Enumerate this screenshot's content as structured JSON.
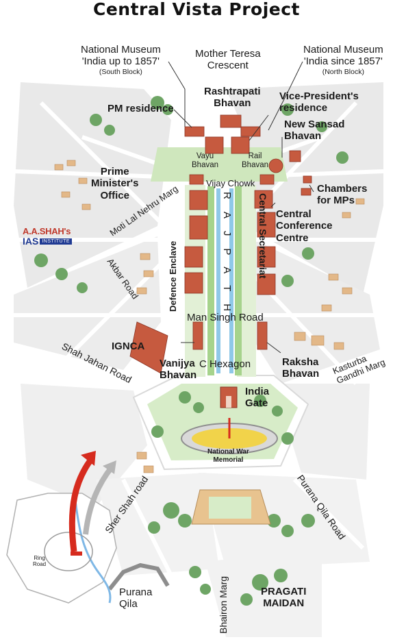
{
  "title": "Central Vista Project",
  "colors": {
    "road": "#ffffff",
    "block": "#eaeaea",
    "lawn": "#cfe7bd",
    "tree": "#5f9a55",
    "building": "#c65a3f",
    "beige_building": "#e3b888",
    "canal": "#8fc8e8",
    "river": "#7fb8e6",
    "arrow_red": "#d62b1e",
    "arrow_grey": "#b5b5b5"
  },
  "labels": {
    "national_museum_south_1": "National Museum",
    "national_museum_south_2": "'India up to 1857'",
    "national_museum_south_3": "(South Block)",
    "mother_teresa_1": "Mother Teresa",
    "mother_teresa_2": "Crescent",
    "national_museum_north_1": "National Museum",
    "national_museum_north_2": "'India since 1857'",
    "national_museum_north_3": "(North Block)",
    "rashtrapati_1": "Rashtrapati",
    "rashtrapati_2": "Bhavan",
    "vice_president_1": "Vice-President's",
    "vice_president_2": "residence",
    "pm_residence": "PM residence",
    "new_sansad_1": "New Sansad",
    "new_sansad_2": "Bhavan",
    "vayu_1": "Vayu",
    "vayu_2": "Bhavan",
    "rail_1": "Rail",
    "rail_2": "Bhavan",
    "pmo_1": "Prime",
    "pmo_2": "Minister's",
    "pmo_3": "Office",
    "vijay_chowk": "Vijay Chowk",
    "chambers_1": "Chambers",
    "chambers_2": "for MPs",
    "motilal": "Moti Lal Nehru Marg",
    "central_secretariat": "Central Secretariat",
    "ccc_1": "Central",
    "ccc_2": "Conference",
    "ccc_3": "Centre",
    "rajpath": "RAJPATH",
    "defence_enclave": "Defence Enclave",
    "akbar_road": "Akbar Road",
    "man_singh_road": "Man Singh Road",
    "ignca": "IGNCA",
    "shah_jahan_road": "Shah Jahan Road",
    "vanijya_1": "Vanijya",
    "vanijya_2": "Bhavan",
    "c_hexagon": "C Hexagon",
    "raksha_1": "Raksha",
    "raksha_2": "Bhavan",
    "kasturba_1": "Kasturba",
    "kasturba_2": "Gandhi Marg",
    "india_gate_1": "India",
    "india_gate_2": "Gate",
    "war_memorial_1": "National War",
    "war_memorial_2": "Memorial",
    "sher_shah": "Sher Shah road",
    "purana_qila_road": "Purana Qila Road",
    "ring_road_1": "Ring",
    "ring_road_2": "Road",
    "purana_qila_1": "Purana",
    "purana_qila_2": "Qila",
    "bhairon_marg": "Bhairon Marg",
    "pragati_1": "PRAGATI",
    "pragati_2": "MAIDAN"
  },
  "logo": {
    "line1": "A.A.SHAH's",
    "line2": "IAS",
    "line3": "INSTITUTE"
  }
}
